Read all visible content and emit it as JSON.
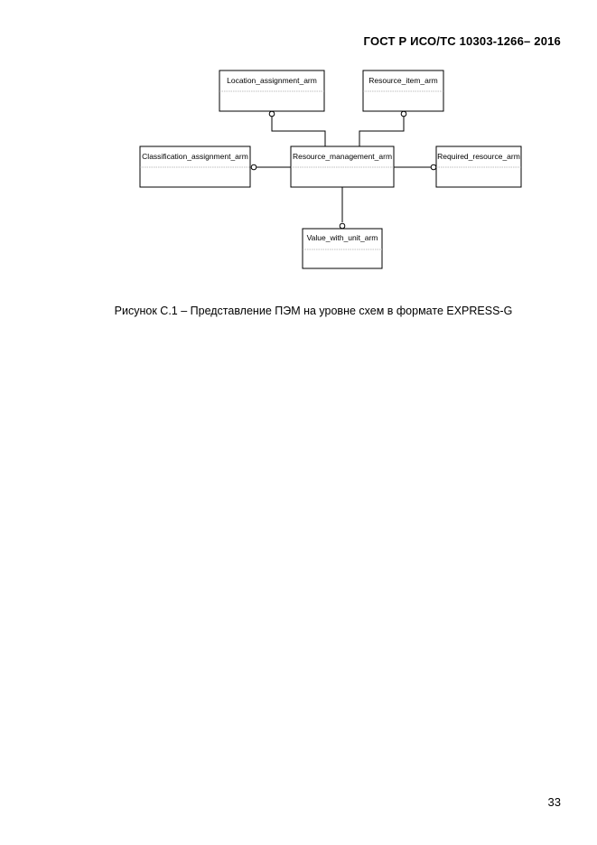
{
  "header": {
    "standard_code": "ГОСТ Р ИСО/ТС 10303-1266– 2016"
  },
  "diagram": {
    "entities": {
      "location": "Location_assignment_arm",
      "resource_item": "Resource_item_arm",
      "classification": "Classification_assignment_arm",
      "resource_management": "Resource_management_arm",
      "required_resource": "Required_resource_arm",
      "value_with_unit": "Value_with_unit_arm"
    }
  },
  "caption": {
    "text": "Рисунок С.1 –  Представление ПЭМ на уровне схем в формате EXPRESS-G"
  },
  "footer": {
    "page_number": "33"
  }
}
